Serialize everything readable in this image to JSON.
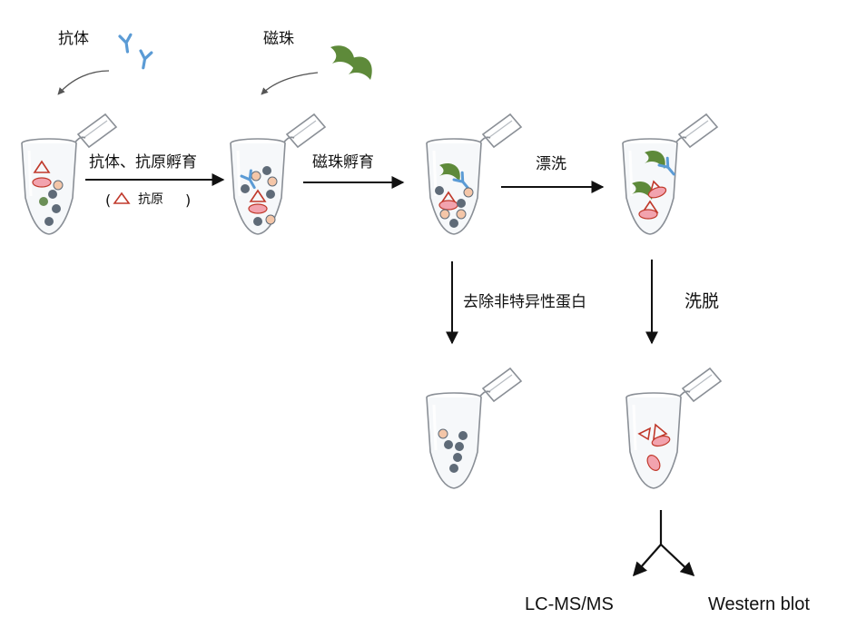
{
  "labels": {
    "antibody": "抗体",
    "beads": "磁珠",
    "incubate_ab_ag": "抗体、抗原孵育",
    "antigen_legend_open": "(",
    "antigen_legend_text": "抗原",
    "antigen_legend_close": ")",
    "incubate_beads": "磁珠孵育",
    "wash": "漂洗",
    "remove_nonspecific": "去除非特异性蛋白",
    "elute": "洗脱",
    "lcms": "LC-MS/MS",
    "western_blot": "Western blot"
  },
  "colors": {
    "antibody": "#5b9bd5",
    "bead": "#5e8a3a",
    "antigen_fill": "#f2a3ae",
    "antigen_stroke": "#c0392b",
    "protein_gray": "#5f6b78",
    "protein_peach": "#f4c6a8",
    "protein_green": "#6b8f57",
    "tube_stroke": "#8a8f96",
    "arrow": "#111111"
  }
}
